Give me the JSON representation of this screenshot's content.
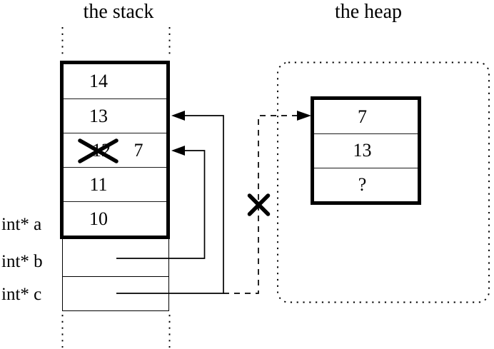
{
  "stack": {
    "title": "the stack",
    "cells": [
      {
        "value": "14"
      },
      {
        "value": "13"
      },
      {
        "old_value": "12",
        "new_value": "7"
      },
      {
        "value": "11"
      },
      {
        "value": "10"
      }
    ],
    "variables": [
      {
        "label": "int* a"
      },
      {
        "label": "int* b"
      },
      {
        "label": "int* c"
      }
    ]
  },
  "heap": {
    "title": "the heap",
    "cells": [
      {
        "value": "7"
      },
      {
        "value": "13"
      },
      {
        "value": "?"
      }
    ]
  },
  "icons": {
    "crossed_out_value": "x-mark-icon",
    "invalid_pointer": "x-mark-icon",
    "stack_pointer_arrows": "left-arrowhead-icon",
    "heap_pointer_arrow": "right-arrowhead-icon"
  },
  "colors": {
    "foreground": "#000000",
    "background": "#ffffff"
  }
}
